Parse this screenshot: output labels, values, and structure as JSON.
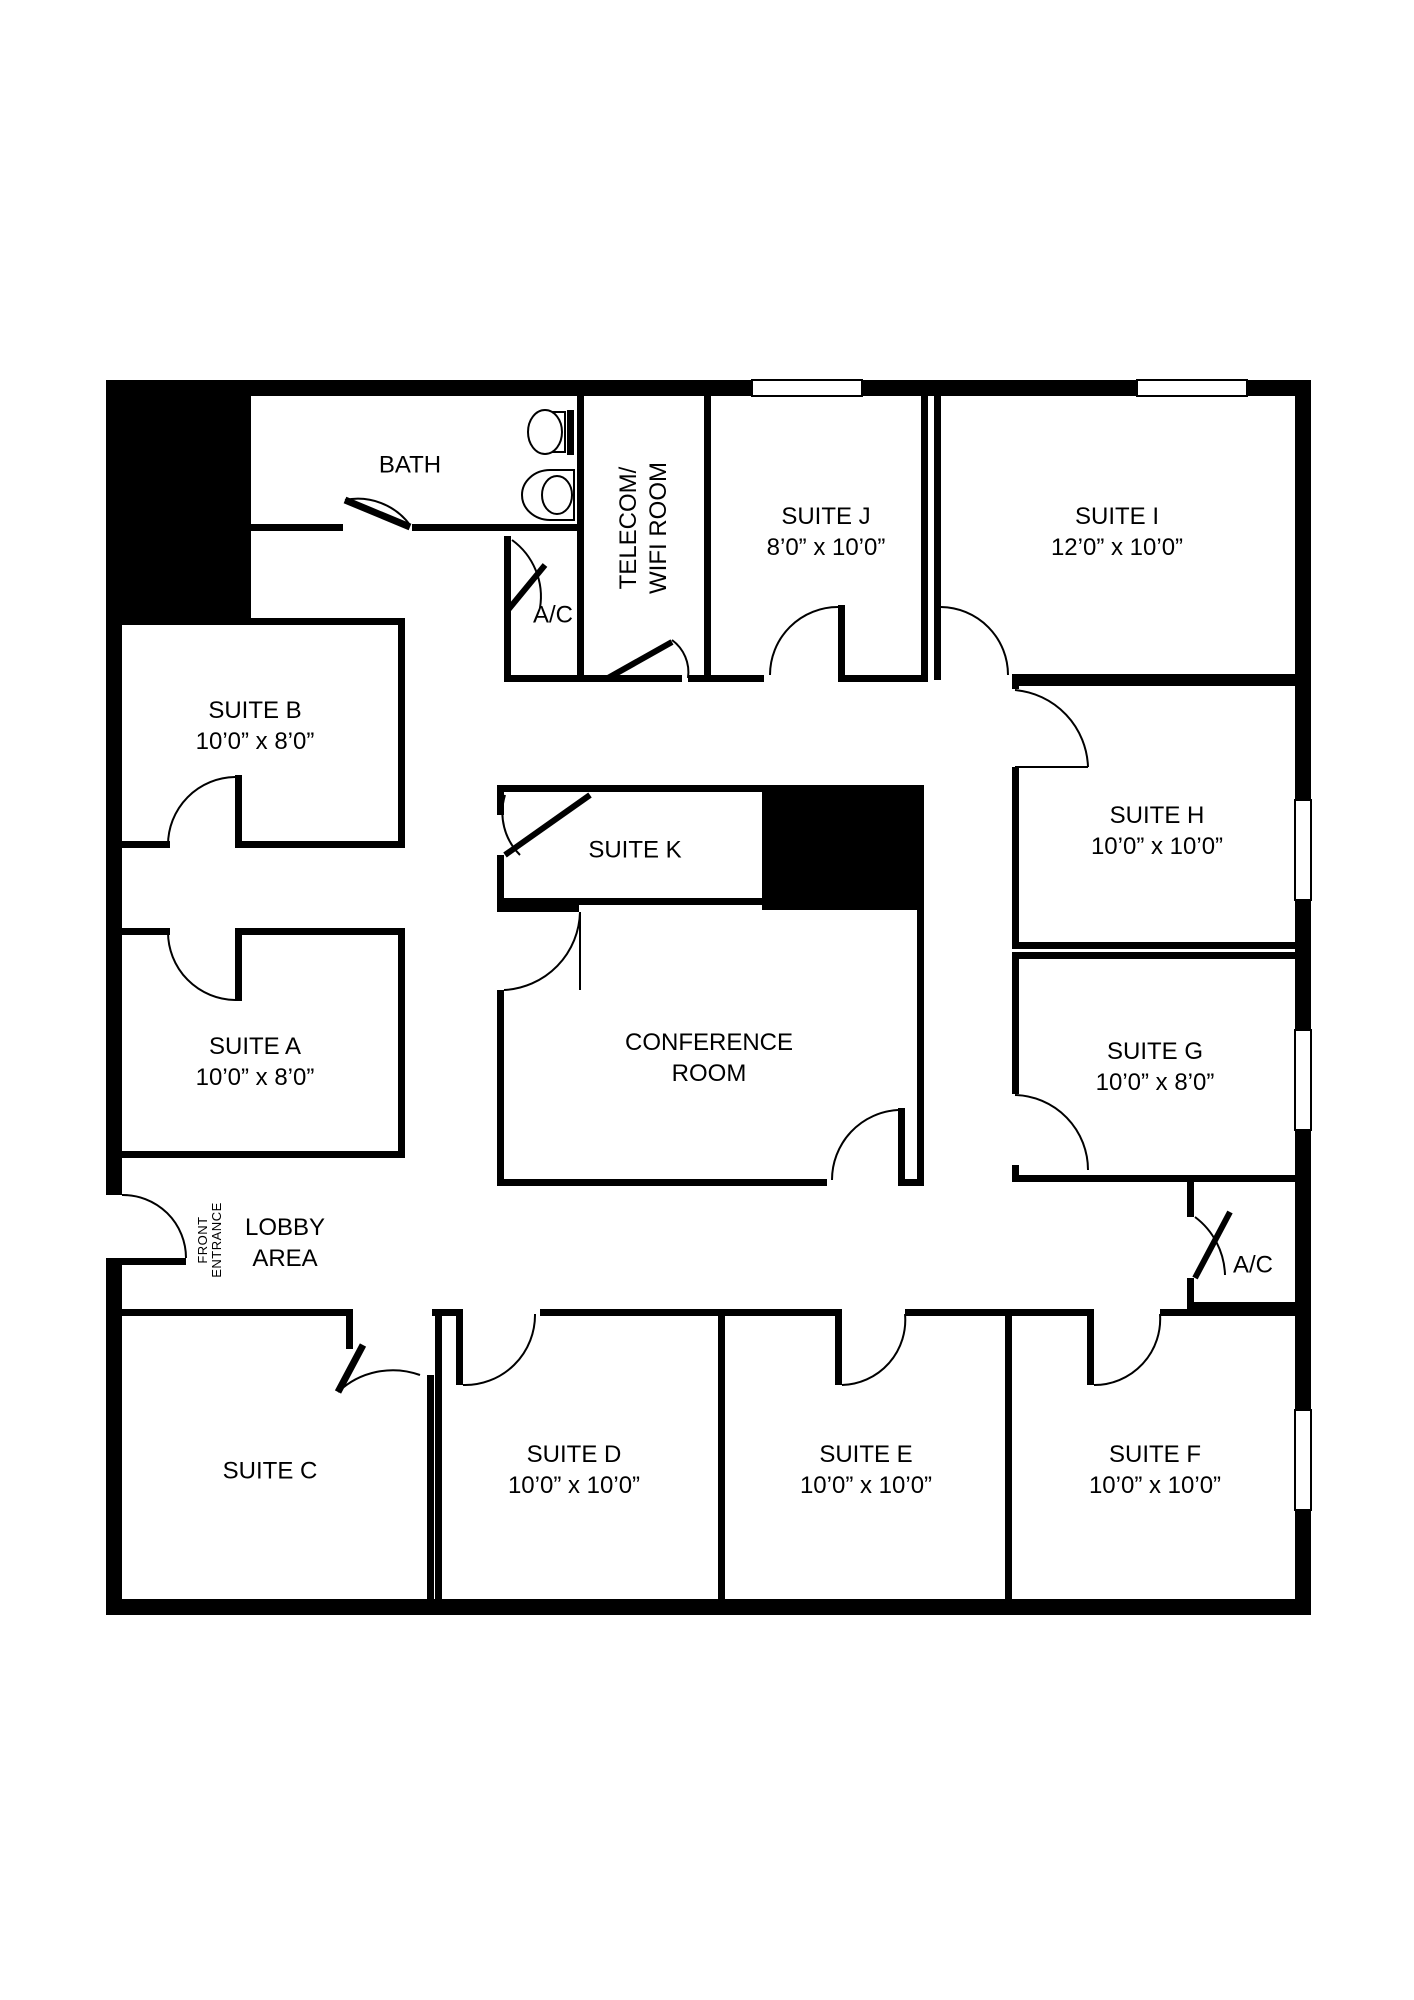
{
  "rooms": {
    "bath": {
      "name": "BATH"
    },
    "telecom": {
      "line1": "TELECOM/",
      "line2": "WIFI ROOM"
    },
    "ac_top": {
      "name": "A/C"
    },
    "suite_j": {
      "name": "SUITE J",
      "size": "8’0” x 10’0”"
    },
    "suite_i": {
      "name": "SUITE I",
      "size": "12’0” x 10’0”"
    },
    "suite_b": {
      "name": "SUITE B",
      "size": "10’0” x 8’0”"
    },
    "suite_k": {
      "name": "SUITE K"
    },
    "suite_h": {
      "name": "SUITE H",
      "size": "10’0” x 10’0”"
    },
    "suite_a": {
      "name": "SUITE A",
      "size": "10’0” x 8’0”"
    },
    "conference": {
      "line1": "CONFERENCE",
      "line2": "ROOM"
    },
    "suite_g": {
      "name": "SUITE G",
      "size": "10’0” x 8’0”"
    },
    "front_entrance": {
      "line1": "FRONT",
      "line2": "ENTRANCE"
    },
    "lobby": {
      "line1": "LOBBY",
      "line2": "AREA"
    },
    "ac_right": {
      "name": "A/C"
    },
    "suite_c": {
      "name": "SUITE C"
    },
    "suite_d": {
      "name": "SUITE D",
      "size": "10’0” x 10’0”"
    },
    "suite_e": {
      "name": "SUITE E",
      "size": "10’0” x 10’0”"
    },
    "suite_f": {
      "name": "SUITE F",
      "size": "10’0” x 10’0”"
    }
  },
  "colors": {
    "wall": "#000000",
    "background": "#ffffff"
  }
}
